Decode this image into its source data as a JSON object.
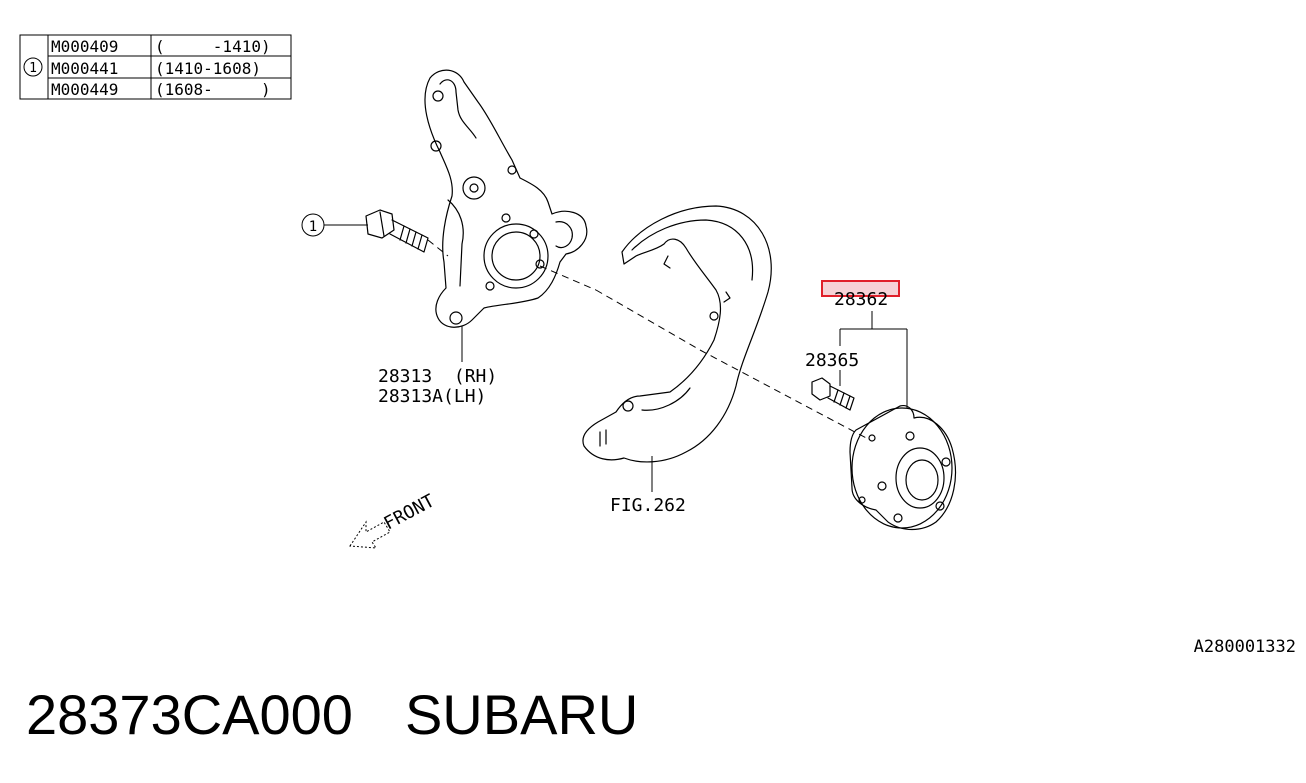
{
  "applicability_table": {
    "ref": "1",
    "rows": [
      {
        "code": "M000409",
        "range": "(     -1410)"
      },
      {
        "code": "M000441",
        "range": "(1410-1608)"
      },
      {
        "code": "M000449",
        "range": "(1608-     )"
      }
    ]
  },
  "callouts": {
    "bolt_ref": "1",
    "knuckle_rh": "28313  (RH)",
    "knuckle_lh": "28313A(LH)",
    "dust_cover": "FIG.262",
    "hub_assembly": "28362",
    "hub_bolt": "28365",
    "front": "FRONT"
  },
  "illustration_id": "A280001332",
  "footer": {
    "part_number": "28373CA000",
    "brand": "SUBARU"
  },
  "colors": {
    "highlight_stroke": "#e0202a",
    "highlight_fill": "#f6d2d6"
  }
}
